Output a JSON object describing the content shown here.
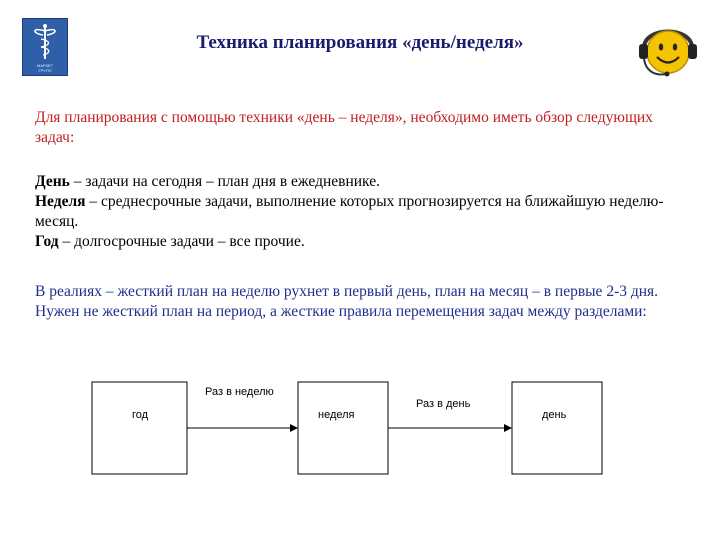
{
  "header": {
    "title": "Техника планирования «день/неделя»",
    "logo_lines": [
      "МАРКЕТ",
      "ГРУПП"
    ]
  },
  "intro": "Для планирования с помощью техники «день – неделя», необходимо иметь обзор следующих задач:",
  "definitions": [
    {
      "term": "День",
      "text": " – задачи на сегодня – план дня в ежедневнике."
    },
    {
      "term": "Неделя",
      "text": " – среднесрочные задачи, выполнение которых прогнозируется на ближайшую неделю-месяц."
    },
    {
      "term": "Год",
      "text": " – долгосрочные задачи – все прочие."
    }
  ],
  "note": "В реалиях – жесткий план на неделю рухнет в первый день, план на месяц – в первые 2-3 дня. Нужен не жесткий план на период, а жесткие правила перемещения задач между разделами:",
  "diagram": {
    "nodes": [
      {
        "id": "year",
        "label": "год"
      },
      {
        "id": "week",
        "label": "неделя"
      },
      {
        "id": "day",
        "label": "день"
      }
    ],
    "edges": [
      {
        "from": "year",
        "to": "week",
        "label": "Раз в неделю"
      },
      {
        "from": "week",
        "to": "day",
        "label": "Раз в день"
      }
    ]
  },
  "colors": {
    "title": "#1a1a6e",
    "intro": "#c21f1f",
    "note": "#1f2f8c",
    "logo": "#2f5fa8"
  }
}
